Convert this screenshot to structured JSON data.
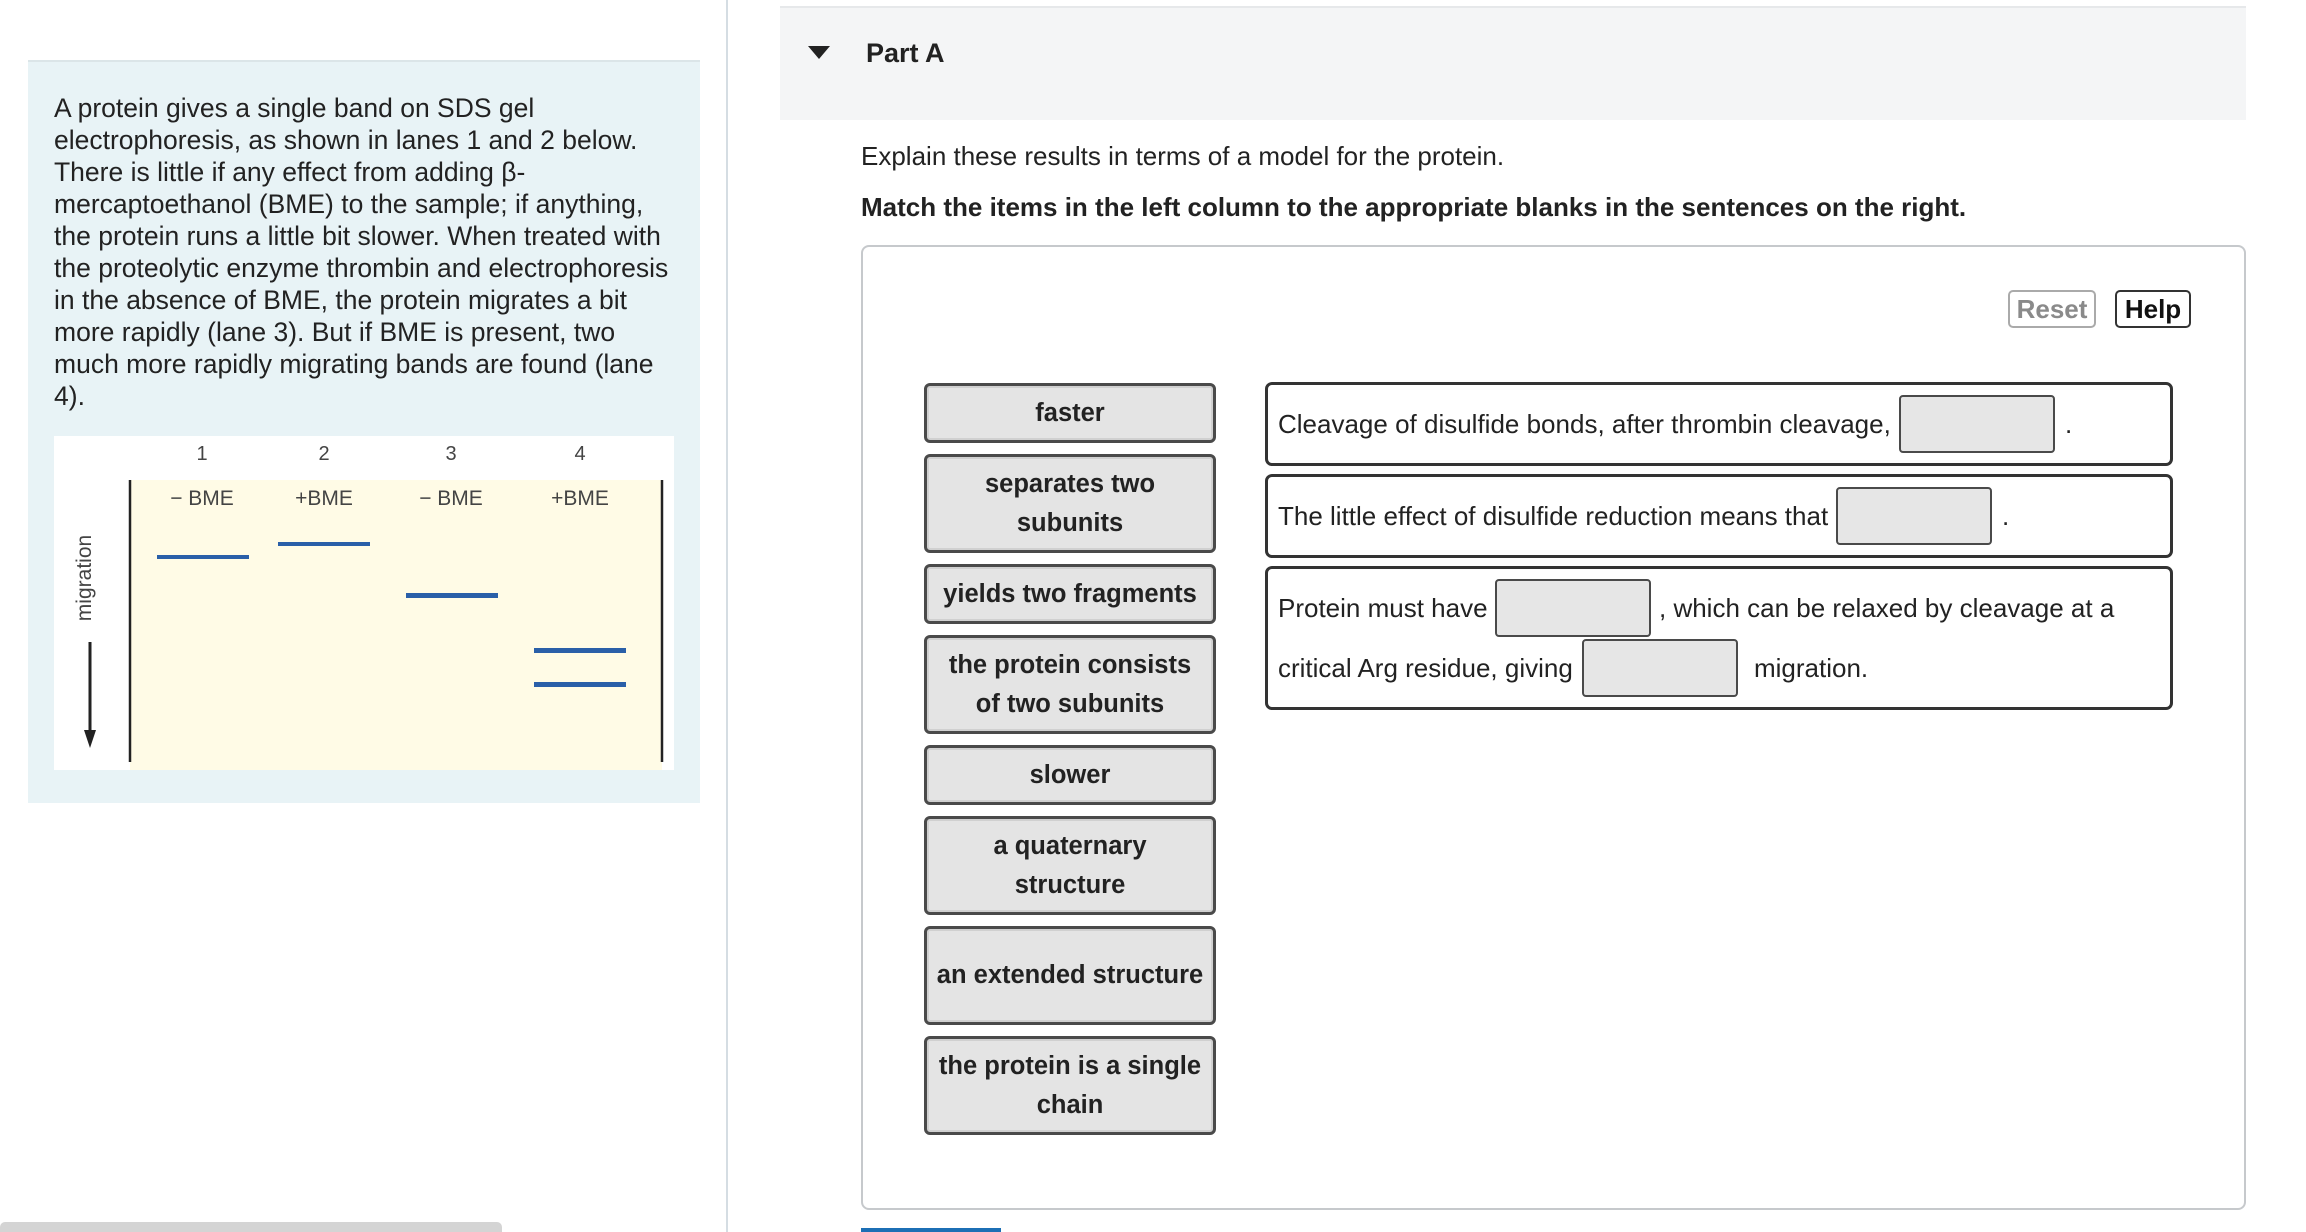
{
  "intro": {
    "text": "A protein gives a single band on SDS gel electrophoresis, as shown in lanes 1 and 2 below. There is little if any effect from adding β-mercaptoethanol (BME) to the sample; if anything, the protein runs a little bit slower. When treated with the proteolytic enzyme thrombin and electrophoresis in the absence of BME, the protein migrates a bit more rapidly (lane 3). But if BME is present, two much more rapidly migrating bands are found (lane 4)."
  },
  "gel": {
    "lanes": [
      {
        "number": "1",
        "label": "− BME",
        "bands": 1
      },
      {
        "number": "2",
        "label": "+BME",
        "bands": 1
      },
      {
        "number": "3",
        "label": "− BME",
        "bands": 1
      },
      {
        "number": "4",
        "label": "+BME",
        "bands": 2
      }
    ],
    "axis_label": "migration",
    "band_color": "#2a5fa8",
    "gel_color": "#fffbe6"
  },
  "part": {
    "title": "Part A",
    "instruction": "Explain these results in terms of a model for the protein.",
    "instruction_bold": "Match the items in the left column to the appropriate blanks in the sentences on the right."
  },
  "buttons": {
    "reset": "Reset",
    "help": "Help"
  },
  "choices": [
    "faster",
    "separates two subunits",
    "yields two fragments",
    "the protein consists of two subunits",
    "slower",
    "a quaternary structure",
    "an extended structure",
    "the protein is a single chain"
  ],
  "sentences": {
    "s1_text": "Cleavage of disulfide bonds, after thrombin cleavage,",
    "s1_end": ".",
    "s2_text": "The little effect of disulfide reduction means that",
    "s2_end": ".",
    "s3_text_a": "Protein must have",
    "s3_text_b": ", which can be relaxed by cleavage at a",
    "s3_text_c": "critical Arg residue, giving",
    "s3_text_d": "migration."
  }
}
